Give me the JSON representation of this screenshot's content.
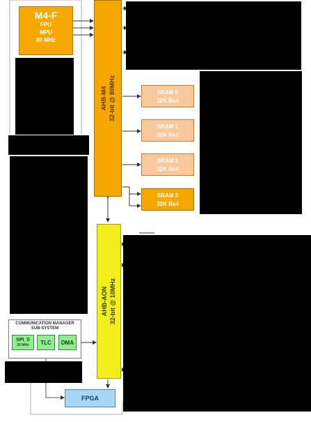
{
  "cpu": {
    "title": "M4-F",
    "lines": [
      "FPU",
      "MPU",
      "80 MHz"
    ]
  },
  "bus_m4": {
    "name": "AHB-M4",
    "spec": "32-bit @ 80MHz"
  },
  "bus_aon": {
    "name": "AHB-AON",
    "spec": "32-bit @ 10MHz"
  },
  "sram": [
    {
      "name": "SRAM 0",
      "size": "32K Bx4"
    },
    {
      "name": "SRAM 1",
      "size": "32K Bx4"
    },
    {
      "name": "SRAM 2",
      "size": "32K Bx4"
    },
    {
      "name": "SRAM 3",
      "size": "32K Bx4"
    }
  ],
  "comm": {
    "title_line1": "COMMUNICATION MANAGER",
    "title_line2": "SUB-SYSTEM",
    "spi": "SPI_S",
    "spi_speed": "20 MHz",
    "tlc": "TLC",
    "dma": "DMA"
  },
  "fpga": "FPGA",
  "colors": {
    "m4": "#f5a800",
    "aon": "#f2ee1c",
    "sram": "#f9c89c",
    "comm": "#90ee90",
    "fpga": "#a9d6f5"
  }
}
